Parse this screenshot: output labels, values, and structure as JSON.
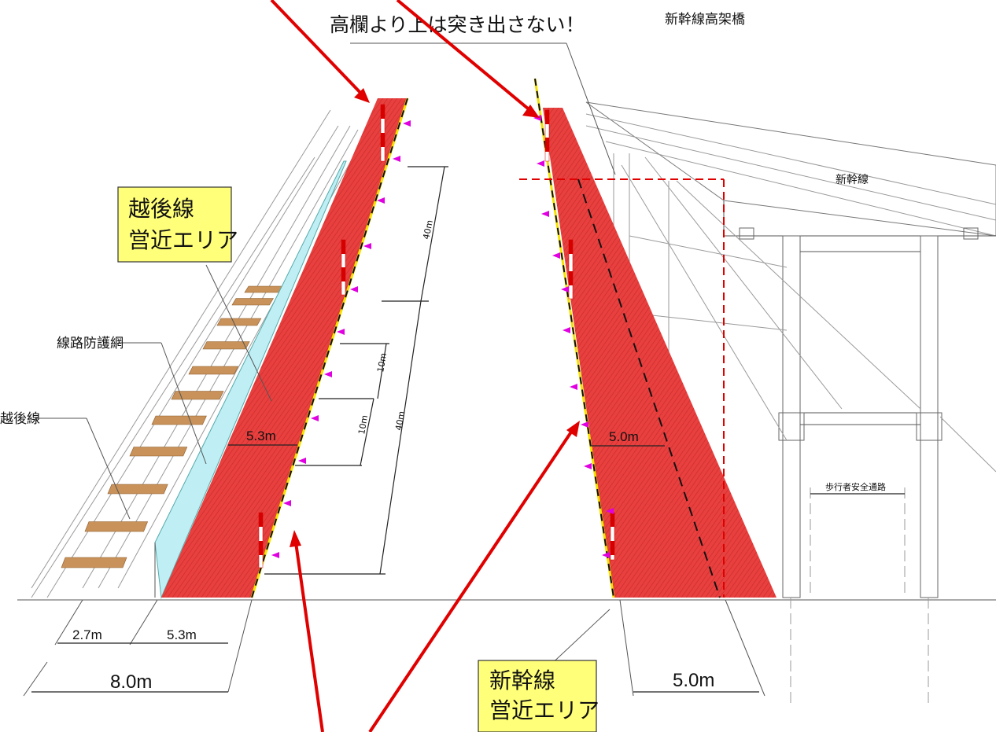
{
  "header": {
    "warning_text": "高欄より上は突き出さない！",
    "viaduct_label": "新幹線高架橋"
  },
  "labels": {
    "shinkansen_line": "新幹線",
    "pedestrian_path": "歩行者安全通路",
    "track_net": "線路防護網",
    "echigo_line": "越後線"
  },
  "callouts": {
    "echigo_zone": {
      "line1": "越後線",
      "line2": "営近エリア"
    },
    "shinkansen_zone": {
      "line1": "新幹線",
      "line2": "営近エリア"
    }
  },
  "dimensions": {
    "left_zone_width": "5.3m",
    "right_zone_width": "5.0m",
    "bottom_left_a": "2.7m",
    "bottom_left_b": "5.3m",
    "bottom_left_total": "8.0m",
    "bottom_right": "5.0m",
    "span_40m_upper": "40m",
    "span_10m_upper": "10m",
    "span_10m_lower": "10m",
    "span_40m_lower": "40m"
  },
  "colors": {
    "danger_zone": "#e83a3a",
    "protective_net": "#bfeff5",
    "callout_fill": "#ffff7a",
    "arrow": "#e00000",
    "sleeper": "#c8925a",
    "marker": "#e000e0"
  }
}
